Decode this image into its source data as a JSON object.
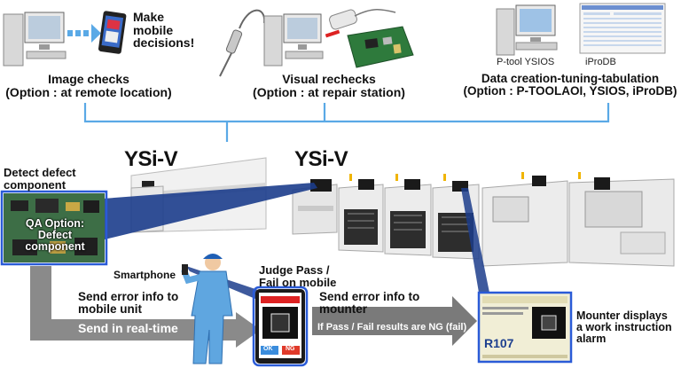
{
  "top": {
    "image_checks": {
      "line1": "Image checks",
      "line2": "(Option : at remote location)"
    },
    "make_mobile": {
      "line1": "Make",
      "line2": "mobile",
      "line3": "decisions!"
    },
    "visual_rechecks": {
      "line1": "Visual rechecks",
      "line2": "(Option : at repair station)"
    },
    "data_creation": {
      "line1": "Data creation-tuning-tabulation",
      "line2": "(Option : P-TOOLAOI, YSIOS,  iProDB)"
    },
    "ptool_label": "P-tool YSIOS",
    "iprodb_label": "iProDB"
  },
  "machines": {
    "ysi_left": "YSi-V",
    "ysi_right": "YSi-V"
  },
  "left_panel": {
    "detect_line1": "Detect defect",
    "detect_line2": "component",
    "qa_line1": "QA Option:",
    "qa_line2": "Defect component"
  },
  "flow": {
    "smartphone": "Smartphone",
    "judge_line1": "Judge Pass /",
    "judge_line2": "Fail on mobile",
    "send_mobile_line1": "Send error info to",
    "send_mobile_line2": "mobile unit",
    "send_realtime": "Send in real-time",
    "send_mounter_line1": "Send error info to",
    "send_mounter_line2": "mounter",
    "if_ng": "If Pass / Fail results are NG (fail)",
    "mounter_line1": "Mounter displays",
    "mounter_line2": "a work instruction",
    "mounter_line3": "alarm",
    "screen_code": "R107",
    "phone_ok": "OK",
    "phone_ng": "NG"
  },
  "colors": {
    "accent_blue": "#5aa9e6",
    "box_blue": "#2a5bd7",
    "arrow_gray": "#8a8a8a",
    "arrow_dark": "#555555"
  }
}
